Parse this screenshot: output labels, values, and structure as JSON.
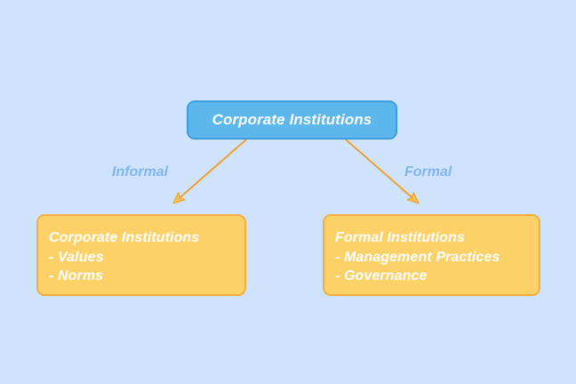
{
  "diagram": {
    "background_color": "#cfe4fc",
    "root": {
      "label": "Corporate Institutions",
      "fill_color": "#5cb8ec",
      "border_color": "#3e9ddc",
      "text_color": "#ffffff"
    },
    "edges": [
      {
        "label": "Informal",
        "color": "#f0a030",
        "label_color": "#7fb6f2"
      },
      {
        "label": "Formal",
        "color": "#f0a030",
        "label_color": "#7fb6f2"
      }
    ],
    "leaves": [
      {
        "title": "Corporate Institutions",
        "items": [
          "- Values",
          "- Norms"
        ],
        "fill_color": "#fcd268",
        "border_color": "#f3ae43",
        "text_color": "#ffffff"
      },
      {
        "title": "Formal Institutions",
        "items": [
          "- Management Practices",
          "- Governance"
        ],
        "fill_color": "#fcd268",
        "border_color": "#f3ae43",
        "text_color": "#ffffff"
      }
    ]
  }
}
